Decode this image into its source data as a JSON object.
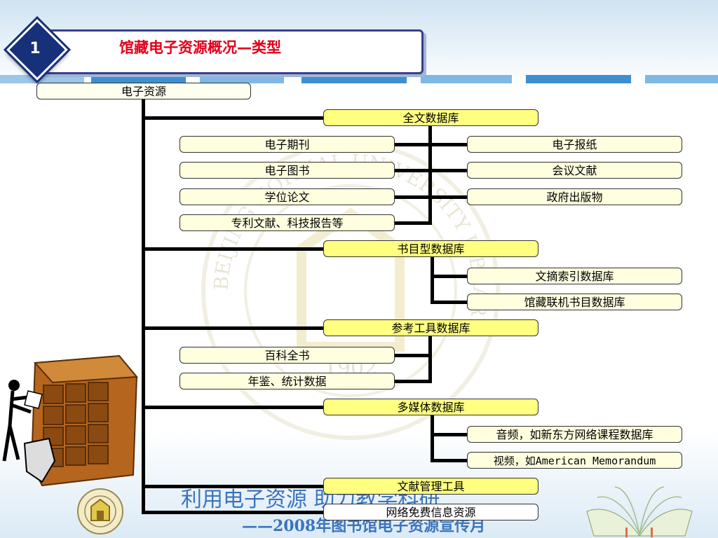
{
  "slide": {
    "number": "1",
    "title": "馆藏电子资源概况—类型"
  },
  "tree": {
    "root": "电子资源",
    "sections": [
      {
        "header": "全文数据库",
        "left": [
          "电子期刊",
          "电子图书",
          "学位论文",
          "专利文献、科技报告等"
        ],
        "right": [
          "电子报纸",
          "会议文献",
          "政府出版物"
        ]
      },
      {
        "header": "书目型数据库",
        "left": [],
        "right": [
          "文摘索引数据库",
          "馆藏联机书目数据库"
        ]
      },
      {
        "header": "参考工具数据库",
        "left": [
          "百科全书",
          "年鉴、统计数据"
        ],
        "right": []
      },
      {
        "header": "多媒体数据库",
        "left": [],
        "right": [
          "音频，如新东方网络课程数据库",
          "视频，如American Memorandum"
        ]
      },
      {
        "header": "文献管理工具",
        "left": [],
        "right": []
      },
      {
        "header": "网络免费信息资源",
        "left": [],
        "right": []
      }
    ]
  },
  "watermark": {
    "year": "1902",
    "ring_text": "BEIJING NORMAL UNIVERSITY LIBRARY"
  },
  "footer": {
    "main": "利用电子资源 助力教学科研",
    "sub": "——2008年图书馆电子资源宣传月"
  },
  "colors": {
    "title_red": "#e3001b",
    "frame_navy": "#3a3f8c",
    "header_yellow": "#ffff80",
    "item_cream": "#ffffe0",
    "stripe_blue": "#3f8fd0",
    "footer_blue": "#1e5fb6"
  },
  "icons": [
    "slide-number-diamond",
    "library-seal-icon",
    "open-book-icon",
    "person-at-bookshelf-clipart"
  ]
}
